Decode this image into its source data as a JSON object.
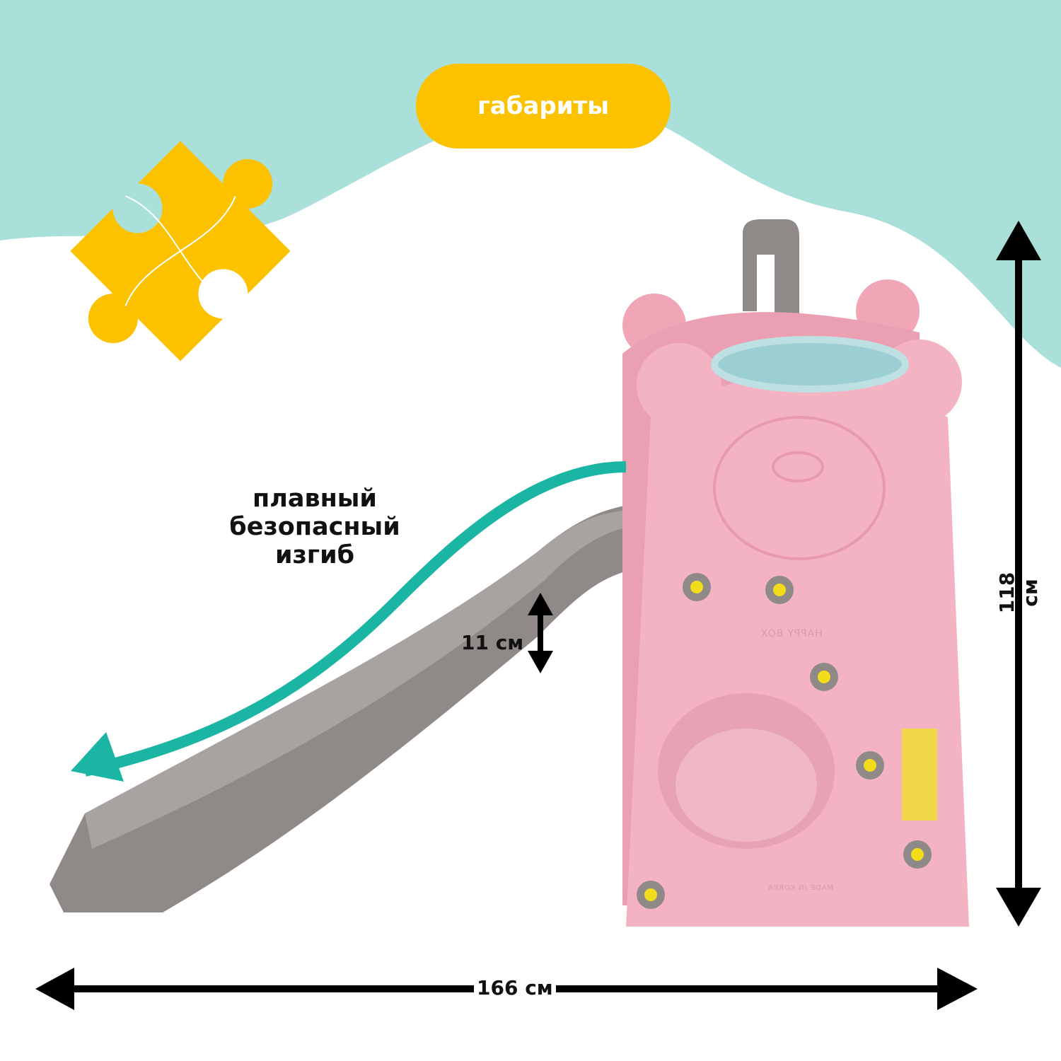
{
  "badge": {
    "label": "габариты"
  },
  "caption": {
    "lines": [
      "плавный",
      "безопасный",
      "изгиб"
    ]
  },
  "dimensions": {
    "slide_depth": "11 см",
    "height": "118 см",
    "length": "166 см"
  },
  "product_embossing": {
    "brand": "HAPPY BOX",
    "origin": "MADE IN KOREA"
  },
  "colors": {
    "mint": "#a9e0da",
    "yellow": "#fcc200",
    "pink": "#f4b3c3",
    "gray": "#8f8a87",
    "teal": "#1bb5a3"
  }
}
